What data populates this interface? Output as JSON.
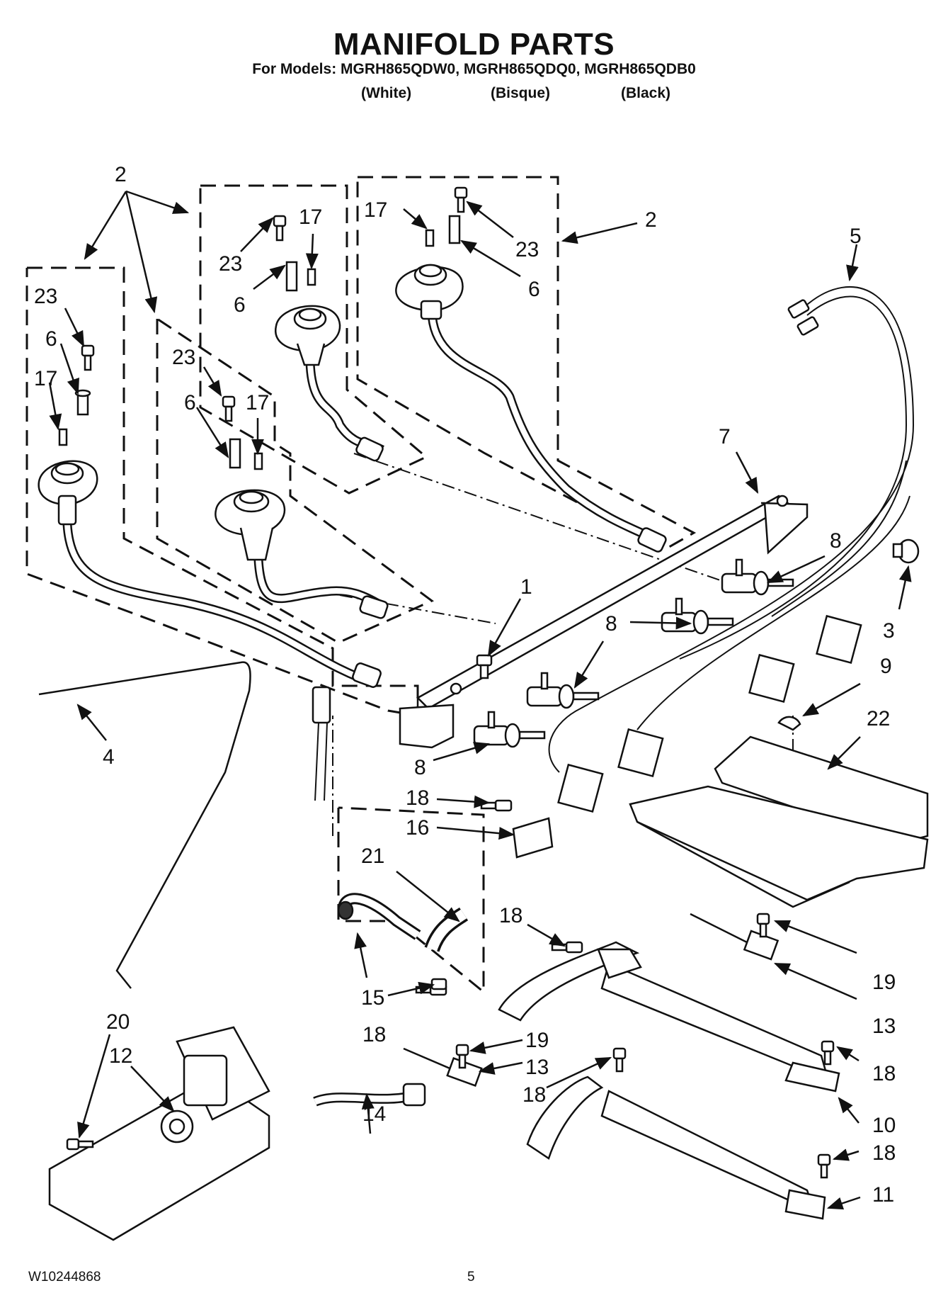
{
  "header": {
    "title": "MANIFOLD PARTS",
    "models": "For Models: MGRH865QDW0, MGRH865QDQ0, MGRH865QDB0",
    "colors": [
      "(White)",
      "(Bisque)",
      "(Black)"
    ]
  },
  "callouts": {
    "n1": "1",
    "n2": "2",
    "n3": "3",
    "n4": "4",
    "n5": "5",
    "n6": "6",
    "n7": "7",
    "n8": "8",
    "n9": "9",
    "n10": "10",
    "n11": "11",
    "n12": "12",
    "n13": "13",
    "n14": "14",
    "n15": "15",
    "n16": "16",
    "n17": "17",
    "n18": "18",
    "n19": "19",
    "n20": "20",
    "n21": "21",
    "n22": "22",
    "n23": "23"
  },
  "footer": {
    "doc_code": "W10244868",
    "page": "5"
  }
}
